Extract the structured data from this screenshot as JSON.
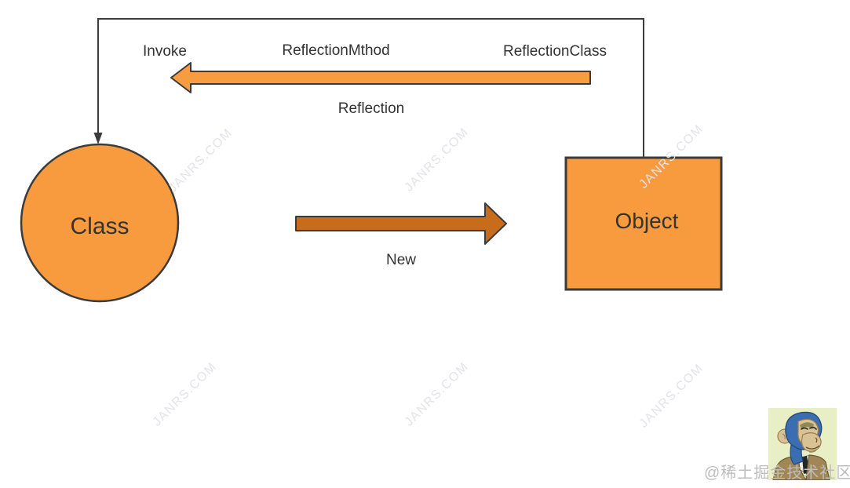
{
  "diagram": {
    "frame_labels": {
      "invoke": "Invoke",
      "reflection_method": "ReflectionMthod",
      "reflection_class": "ReflectionClass",
      "reflection": "Reflection"
    },
    "nodes": {
      "class": "Class",
      "object": "Object"
    },
    "edges": {
      "new": "New"
    },
    "watermark_text": "JANRS.COM",
    "credit_text": "@稀土掘金技术社区",
    "colors": {
      "node_fill": "#F79B3E",
      "node_stroke": "#3B3B3B",
      "reflection_arrow_fill": "#F89C40",
      "new_arrow_fill": "#C76C1A",
      "frame_line": "#3C3C3C",
      "label_text": "#333333",
      "watermark": "#E3E3EA",
      "credit": "#BDBDBD",
      "avatar_bg": "#E9EFC4",
      "ape_blue": "#3B6EB0",
      "ape_blue_dark": "#27497C",
      "ape_tan": "#D9C293",
      "ape_tan_dark": "#9A7F54",
      "ape_jacket": "#A18756",
      "ape_jacket_dark": "#6F5A35",
      "ape_shirt": "#F2EFE2",
      "ape_tie": "#22262B"
    }
  }
}
